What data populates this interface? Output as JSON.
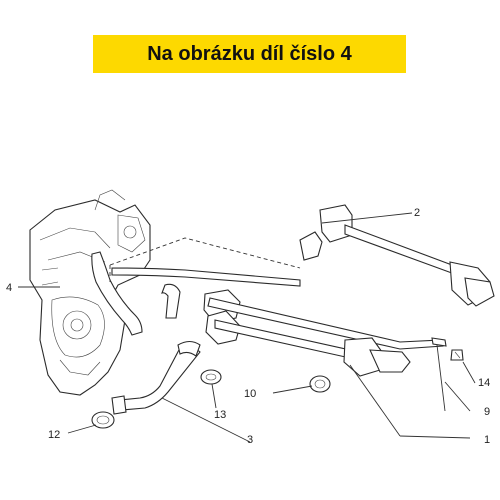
{
  "banner": {
    "text": "Na obrázku díl číslo 4"
  },
  "callouts": {
    "c1": "1",
    "c2": "2",
    "c3": "3",
    "c4": "4",
    "c9": "9",
    "c10": "10",
    "c12": "12",
    "c13": "13",
    "c14": "14"
  },
  "colors": {
    "banner_bg": "#fdd900",
    "line": "#2b2b2b"
  }
}
